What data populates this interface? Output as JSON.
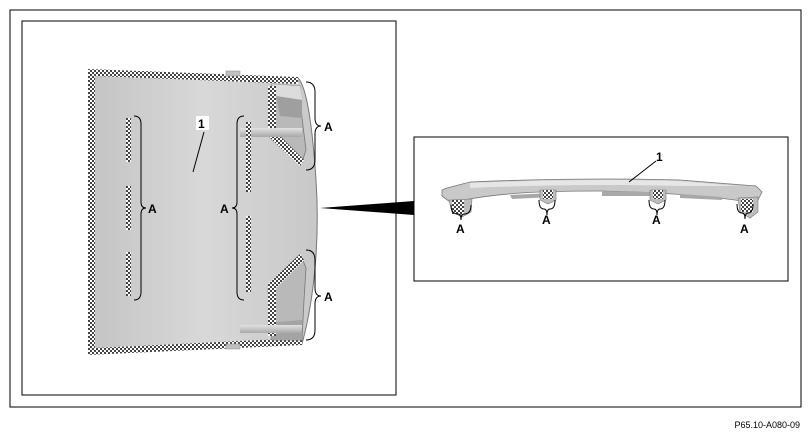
{
  "diagram": {
    "reference_code": "P65.10-A080-09",
    "main_view": {
      "part_number": "1",
      "clip_label_left": "A",
      "clip_label_center": "A",
      "clip_label_top_right": "A",
      "clip_label_bottom_right": "A"
    },
    "detail_view": {
      "part_number": "1",
      "clip_labels": [
        "A",
        "A",
        "A",
        "A"
      ]
    },
    "colors": {
      "panel_fill": "#cfcfcf",
      "panel_shade": "#b4b4b4",
      "clip_hatch": "#555555",
      "line": "#000000"
    }
  }
}
